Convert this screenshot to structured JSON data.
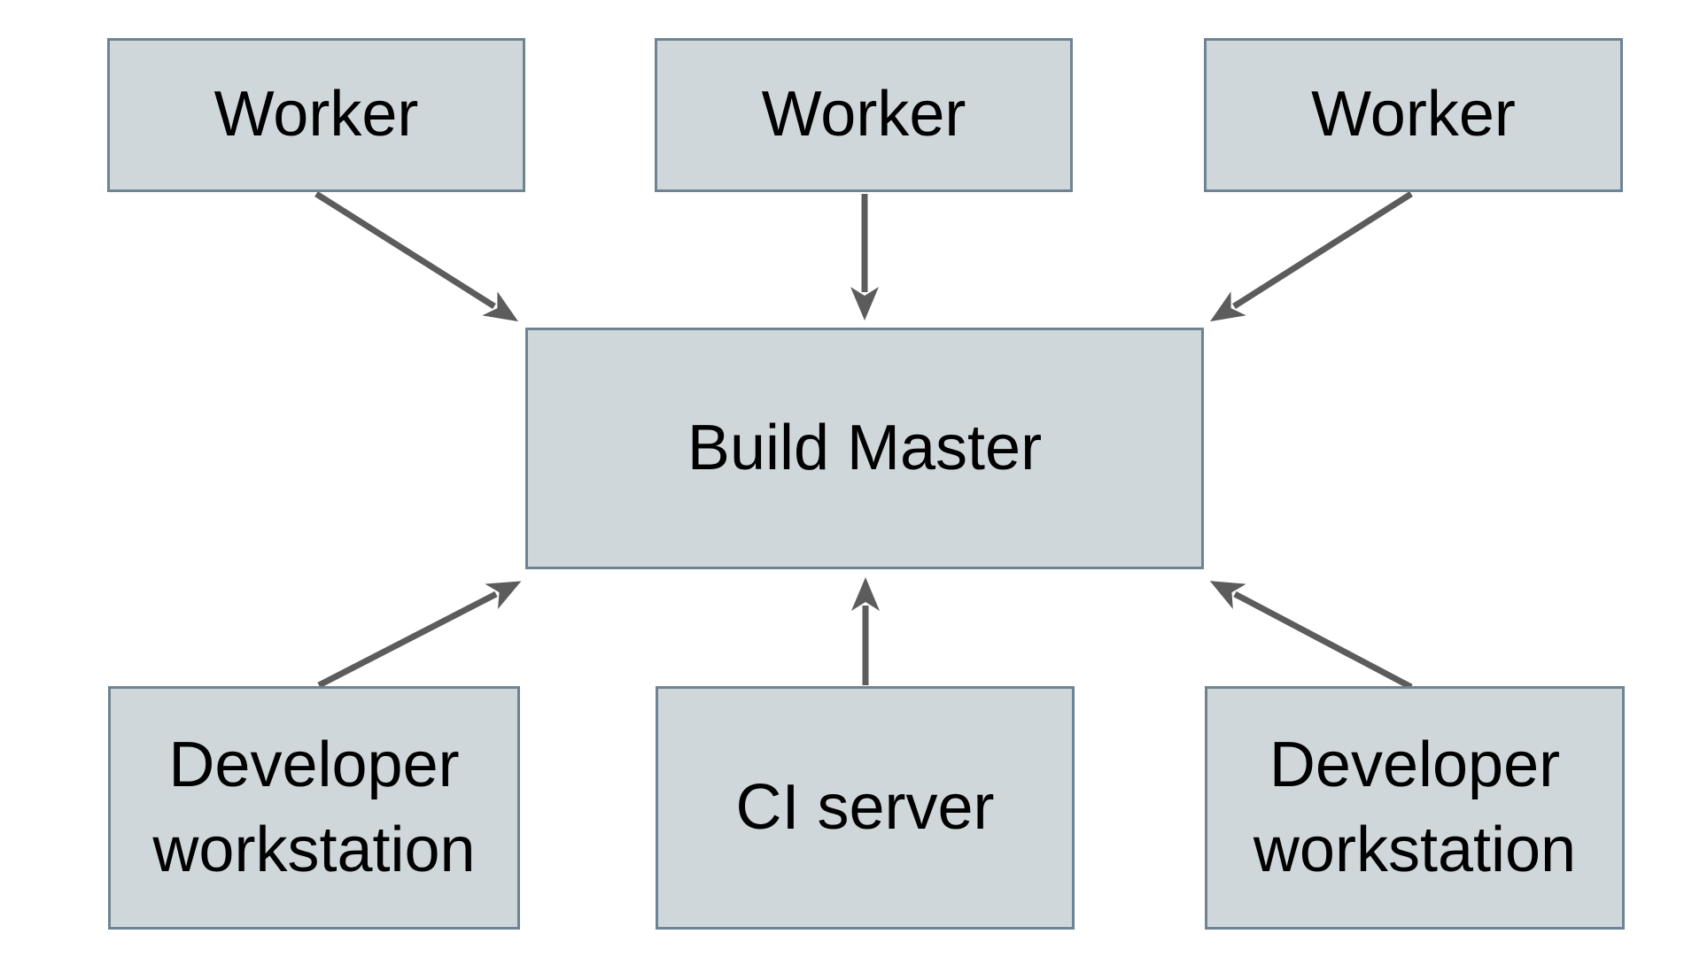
{
  "diagram": {
    "type": "architecture-flow-diagram",
    "background_color": "#ffffff",
    "node_fill_color": "#cfd7da",
    "node_border_color": "#6e8494",
    "arrow_color": "#5c5c5c",
    "text_color": "#000000",
    "nodes": {
      "worker_1": {
        "label": "Worker",
        "row": "top"
      },
      "worker_2": {
        "label": "Worker",
        "row": "top"
      },
      "worker_3": {
        "label": "Worker",
        "row": "top"
      },
      "build_master": {
        "label": "Build Master",
        "row": "center"
      },
      "dev_workstation_left": {
        "label": "Developer workstation",
        "row": "bottom"
      },
      "ci_server": {
        "label": "CI server",
        "row": "bottom"
      },
      "dev_workstation_right": {
        "label": "Developer workstation",
        "row": "bottom"
      }
    },
    "edges": [
      {
        "from": "worker_1",
        "to": "build_master"
      },
      {
        "from": "worker_2",
        "to": "build_master"
      },
      {
        "from": "worker_3",
        "to": "build_master"
      },
      {
        "from": "dev_workstation_left",
        "to": "build_master"
      },
      {
        "from": "ci_server",
        "to": "build_master"
      },
      {
        "from": "dev_workstation_right",
        "to": "build_master"
      }
    ]
  }
}
